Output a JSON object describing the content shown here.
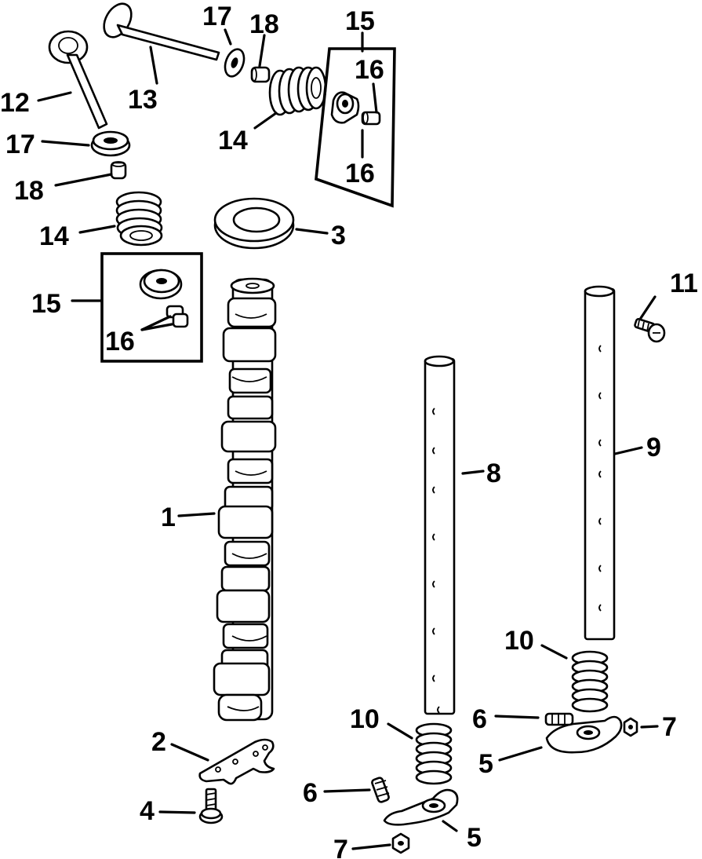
{
  "callouts": {
    "c1": "1",
    "c2": "2",
    "c3": "3",
    "c4": "4",
    "c5a": "5",
    "c5b": "5",
    "c6a": "6",
    "c6b": "6",
    "c7a": "7",
    "c7b": "7",
    "c8": "8",
    "c9": "9",
    "c10a": "10",
    "c10b": "10",
    "c11": "11",
    "c12": "12",
    "c13": "13",
    "c14a": "14",
    "c14b": "14",
    "c15a": "15",
    "c15b": "15",
    "c16a": "16",
    "c16b": "16",
    "c16c": "16",
    "c17a": "17",
    "c17b": "17",
    "c18a": "18",
    "c18b": "18"
  }
}
